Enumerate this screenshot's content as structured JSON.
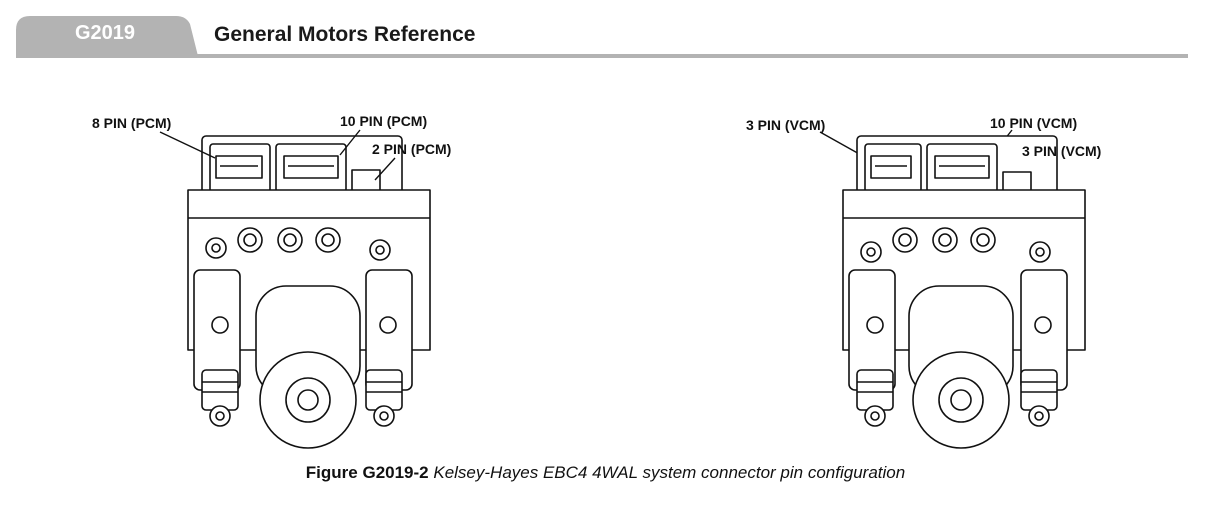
{
  "header": {
    "tab_id": "G2019",
    "title": "General Motors Reference",
    "tab_color": "#b3b3b3"
  },
  "figures": [
    {
      "name": "pcm-unit",
      "callouts": [
        "8 PIN (PCM)",
        "10 PIN (PCM)",
        "2 PIN (PCM)"
      ]
    },
    {
      "name": "vcm-unit",
      "callouts": [
        "3 PIN (VCM)",
        "10 PIN (VCM)",
        "3 PIN (VCM)"
      ]
    }
  ],
  "caption": {
    "number": "Figure G2019-2",
    "text": "Kelsey-Hayes EBC4 4WAL system connector pin configuration"
  }
}
